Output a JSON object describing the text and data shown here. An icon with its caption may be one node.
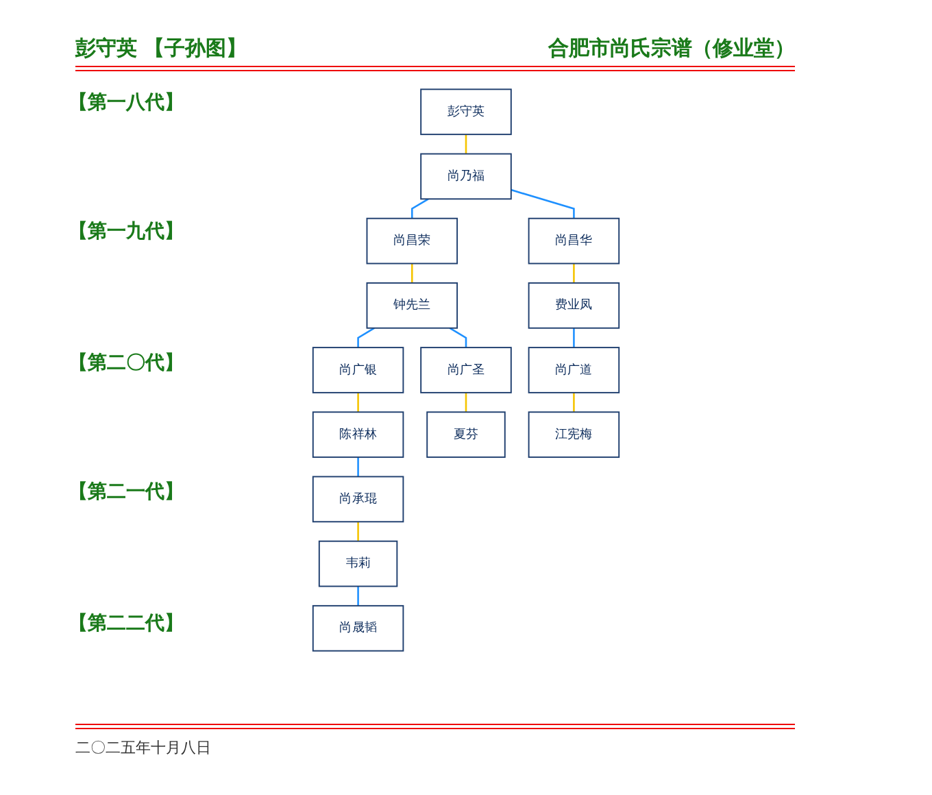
{
  "diagram": {
    "title": "彭守英 【子孙图】",
    "caption": "二〇二五年十月八日",
    "nodes": [
      {
        "text": [
          "彭守英"
        ]
      },
      {
        "text": [
          "尚乃福"
        ]
      },
      {
        "text": [
          "尚昌荣"
        ]
      },
      {
        "text": [
          "尚昌华"
        ]
      },
      {
        "text": [
          "钟先兰"
        ]
      },
      {
        "text": [
          "费业凤"
        ]
      },
      {
        "text": [
          "尚广银"
        ]
      },
      {
        "text": [
          "尚广圣"
        ]
      },
      {
        "text": [
          "尚广道"
        ]
      },
      {
        "text": [
          "陈祥林"
        ]
      },
      {
        "text": [
          "夏芬"
        ]
      },
      {
        "text": [
          "江宪梅"
        ]
      },
      {
        "text": [
          "尚承琨"
        ]
      },
      {
        "text": [
          "韦莉"
        ]
      },
      {
        "text": [
          "尚晟韬"
        ]
      }
    ],
    "edges": [
      {
        "from": 0,
        "to": 1,
        "arrow": "none",
        "color": "#f5c400"
      },
      {
        "from": 1,
        "to": 2,
        "arrow": "none",
        "color": "#1e90ff"
      },
      {
        "from": 1,
        "to": 3,
        "arrow": "none",
        "color": "#1e90ff"
      },
      {
        "from": 2,
        "to": 4,
        "arrow": "none",
        "color": "#f5c400"
      },
      {
        "from": 3,
        "to": 5,
        "arrow": "none",
        "color": "#f5c400"
      },
      {
        "from": 4,
        "to": 6,
        "arrow": "none",
        "color": "#1e90ff"
      },
      {
        "from": 4,
        "to": 7,
        "arrow": "none",
        "color": "#1e90ff"
      },
      {
        "from": 5,
        "to": 8,
        "arrow": "none",
        "color": "#1e90ff"
      },
      {
        "from": 6,
        "to": 9,
        "arrow": "none",
        "color": "#f5c400"
      },
      {
        "from": 7,
        "to": 10,
        "arrow": "none",
        "color": "#f5c400"
      },
      {
        "from": 8,
        "to": 11,
        "arrow": "none",
        "color": "#f5c400"
      },
      {
        "from": 9,
        "to": 12,
        "arrow": "none",
        "color": "#1e90ff"
      },
      {
        "from": 12,
        "to": 13,
        "arrow": "none",
        "color": "#f5c400"
      },
      {
        "from": 13,
        "to": 14,
        "arrow": "none",
        "color": "#1e90ff"
      }
    ],
    "labels": [
      "合肥市尚氏宗谱（修业堂）",
      "【第一八代】",
      "【第一九代】",
      "【第二〇代】",
      "【第二一代】",
      "【第二二代】"
    ]
  }
}
